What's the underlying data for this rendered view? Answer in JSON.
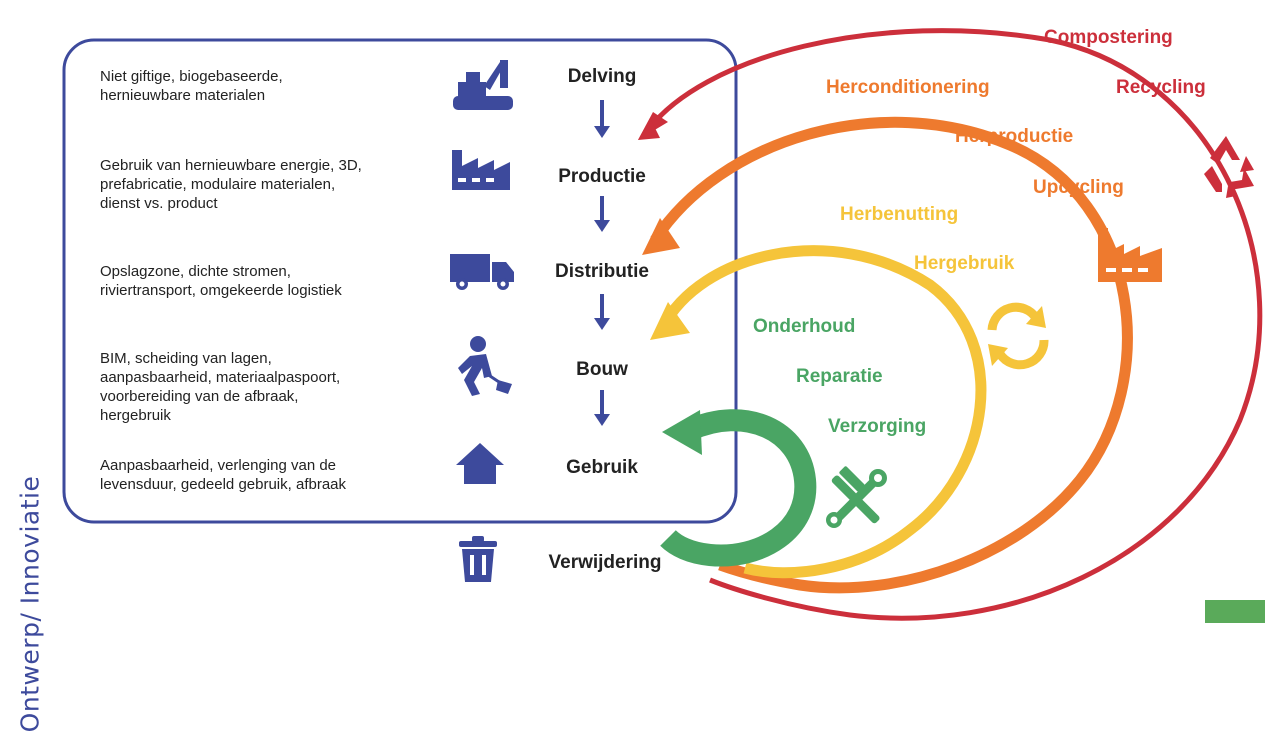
{
  "side_title": "Ontwerp/ Innoviatie",
  "stages": [
    {
      "label": "Delving",
      "icon": "excavator-icon",
      "description": [
        "Niet giftige, biogebaseerde,",
        "hernieuwbare materialen"
      ]
    },
    {
      "label": "Productie",
      "icon": "factory-icon",
      "description": [
        "Gebruik van hernieuwbare energie, 3D,",
        "prefabricatie, modulaire materialen,",
        "dienst vs. product"
      ]
    },
    {
      "label": "Distributie",
      "icon": "truck-icon",
      "description": [
        "Opslagzone, dichte stromen,",
        "riviertransport, omgekeerde logistiek"
      ]
    },
    {
      "label": "Bouw",
      "icon": "construction-worker-icon",
      "description": [
        "BIM, scheiding van lagen,",
        "aanpasbaarheid, materiaalpaspoort,",
        "voorbereiding van de afbraak,",
        "hergebruik"
      ]
    },
    {
      "label": "Gebruik",
      "icon": "house-icon",
      "description": [
        "Aanpasbaarheid, verlenging van de",
        "levensduur, gedeeld gebruik, afbraak"
      ]
    }
  ],
  "disposal": {
    "label": "Verwijdering",
    "icon": "trash-icon"
  },
  "loops": {
    "red": {
      "color": "#cc2f3b",
      "labels": [
        "Compostering",
        "Recycling"
      ],
      "icon": "recycle-icon"
    },
    "orange": {
      "color": "#ee7a2e",
      "labels": [
        "Herconditionering",
        "Herproductie",
        "Upcycling"
      ],
      "icon": "factory-icon"
    },
    "yellow": {
      "color": "#f5c43a",
      "labels": [
        "Herbenutting",
        "Hergebruik"
      ],
      "icon": "refresh-icon"
    },
    "green": {
      "color": "#4aa564",
      "labels": [
        "Onderhoud",
        "Reparatie",
        "Verzorging"
      ],
      "icon": "tools-icon"
    }
  },
  "stage_color": "#3d4a9c",
  "page_badge_color": "#5aaa5a"
}
